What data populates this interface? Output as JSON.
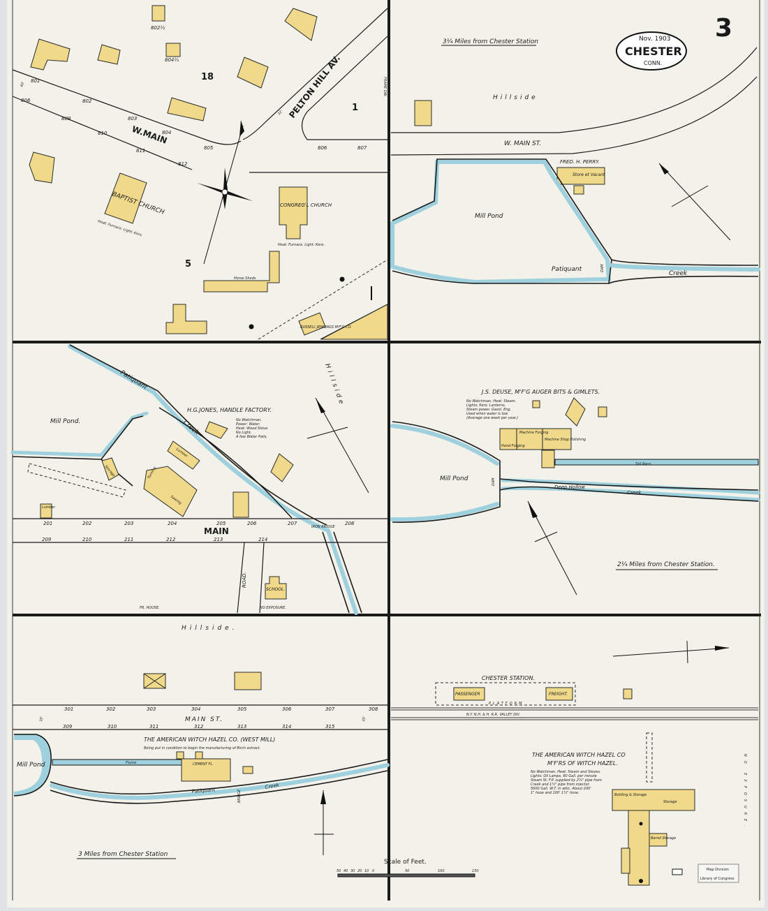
{
  "title_block": {
    "date": "Nov. 1903",
    "town": "CHESTER",
    "state": "CONN.",
    "sheet_number": "3"
  },
  "colors": {
    "paper": "#f3f2ea",
    "frame_building": "#f0d98b",
    "water": "#9fd0de",
    "ink": "#1a1a1a"
  },
  "panel_1": {
    "street_w_main": "W.MAIN",
    "street_pelton": "PELTON HILL AV.",
    "block_18": "18",
    "block_1": "1",
    "block_5": "5",
    "baptist": "BAPTIST CHURCH",
    "baptist_note": "Heat: Furnace. Light: Kero.",
    "congreg": "CONGREG'L CHURCH",
    "congreg_note": "Heat: Furnace. Light: Kero.",
    "horse_sheds": "Horse Sheds",
    "russell": "RUSSELL JENNINGS M'F'G CO.",
    "numbers": [
      "801",
      "802",
      "803",
      "804",
      "805",
      "806",
      "807",
      "808",
      "809",
      "810",
      "811",
      "812",
      "802½",
      "804½"
    ],
    "width_40": "40'",
    "width_32": "32'",
    "frame_dw": "FRAME DW."
  },
  "panel_2": {
    "distance": "3¼ Miles from Chester Station",
    "hillside": "Hillside",
    "street": "W. MAIN ST.",
    "perry": "FRED. H. PERRY.",
    "perry_store": "Store et Vacant",
    "mill_pond": "Mill Pond",
    "patiquant": "Patiquant",
    "creek": "Creek",
    "dam": "DAM"
  },
  "panel_3": {
    "patiquant": "Patiquant",
    "creek": "Creek",
    "mill_pond": "Mill Pond.",
    "factory": "H.G.JONES, HANDLE FACTORY.",
    "factory_note": [
      "No Watchman.",
      "Power: Water.",
      "Heat: Wood Stove.",
      "No Light.",
      "A few Water Pails."
    ],
    "street": "MAIN",
    "road": "ROAD.",
    "school": "SCHOOL.",
    "iron_bridge": "IRON BRIDGE",
    "lumber": "Lumber",
    "storage": "Storage",
    "turning": "Turning",
    "sawing": "Sawing",
    "hillside": "Hillside",
    "fr_house": "FR. HOUSE.",
    "no_exposure": "NO EXPOSURE.",
    "numbers": [
      "201",
      "202",
      "203",
      "204",
      "205",
      "206",
      "207",
      "208",
      "209",
      "210",
      "211",
      "212",
      "213",
      "214"
    ]
  },
  "panel_4": {
    "company": "J.S. DEUSE, M'F'G AUGER BITS & GIMLETS.",
    "note": [
      "No Watchman. Heat: Steam.",
      "Lights: Kero. Lanterns.",
      "Steam power. Gasol. Eng.",
      "Used when water is low.",
      "(Average one week per year.)"
    ],
    "hand_forging": "Hand Forging",
    "machine_forging": "Machine Forging",
    "machine_shop": "Machine Shop Polishing",
    "mill_pond": "Mill Pond",
    "tail_race": "Tail Race",
    "deep_hollow": "Deep Hollow",
    "creek": "Creek",
    "dam": "DAM",
    "distance": "2¼ Miles from Chester Station."
  },
  "panel_5": {
    "hillside": "Hillside.",
    "street": "MAIN ST.",
    "company": "THE AMERICAN WITCH HAZEL CO. (WEST MILL)",
    "note": "Being put in condition to begin the manufacturing of Birch extract.",
    "flume": "Flume",
    "cement_fl": "CEMENT FL.",
    "mill_pond": "Mill Pond",
    "patiquant": "Patiquant",
    "creek": "Creek",
    "bridge": "BRIDGE",
    "distance": "3 Miles from Chester Station",
    "numbers": [
      "301",
      "302",
      "303",
      "304",
      "305",
      "306",
      "307",
      "308",
      "309",
      "310",
      "311",
      "312",
      "313",
      "314",
      "315"
    ],
    "width": "35'"
  },
  "panel_6": {
    "station": "CHESTER STATION.",
    "passenger": "PASSENGER",
    "freight": "FREIGHT.",
    "platform": "PLATFORM",
    "railroad": "N.Y. N.H. & H. R.R. VALLEY DIV.",
    "company": "THE AMERICAN WITCH HAZEL CO",
    "company2": "M'F'RS OF WITCH HAZEL.",
    "note": [
      "No Watchman. Heat: Steam and Stoves.",
      "Lights: Oil Lamps. 60 Gall. per minute",
      "Steam St. F.P. supplied by 2½\" pipe from",
      "Creek and 1½\" pipe from injector.",
      "5000 Gall. W.T. in attic. About 200'",
      "1\" hose and 100' 1½\" hose."
    ],
    "bottling": "Bottling & Storage",
    "storage": "Storage",
    "barrel": "Barrel Storage",
    "no_exposure": "NO EXPOSURE."
  },
  "scale": {
    "label": "Scale of Feet.",
    "ticks": [
      "50",
      "40",
      "30",
      "20",
      "10",
      "0",
      "50",
      "100",
      "150"
    ]
  },
  "stamp": {
    "line1": "Map Division",
    "line2": "Library of Congress"
  }
}
